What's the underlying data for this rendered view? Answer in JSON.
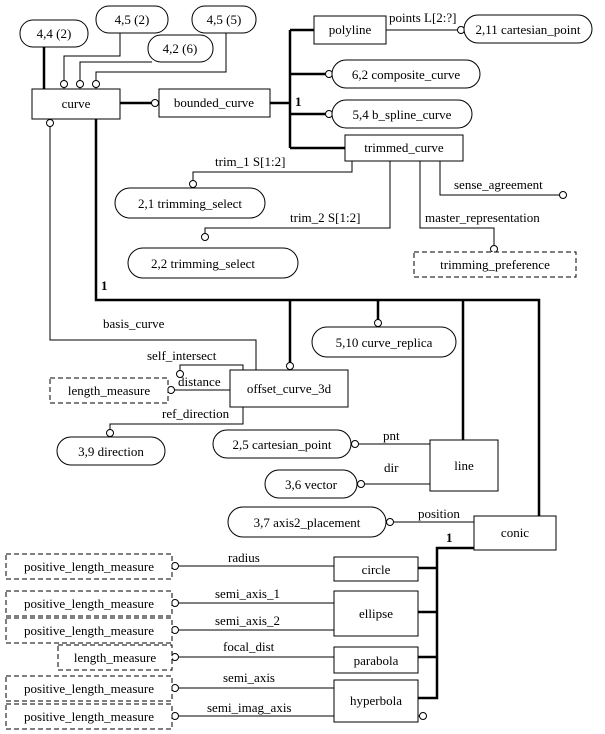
{
  "entities": {
    "curve": "curve",
    "bounded_curve": "bounded_curve",
    "polyline": "polyline",
    "trimmed_curve": "trimmed_curve",
    "offset_curve_3d": "offset_curve_3d",
    "line": "line",
    "conic": "conic",
    "circle": "circle",
    "ellipse": "ellipse",
    "parabola": "parabola",
    "hyperbola": "hyperbola"
  },
  "page_refs": {
    "p44": "4,4 (2)",
    "p45a": "4,5 (2)",
    "p45b": "4,5 (5)",
    "p42": "4,2 (6)",
    "p211": "2,11 cartesian_point",
    "p62": "6,2 composite_curve",
    "p54": "5,4 b_spline_curve",
    "p21": "2,1 trimming_select",
    "p22": "2,2 trimming_select",
    "p510": "5,10 curve_replica",
    "p39": "3,9 direction",
    "p25": "2,5 cartesian_point",
    "p36": "3,6 vector",
    "p37": "3,7 axis2_placement"
  },
  "types": {
    "trimming_preference": "trimming_preference",
    "length_measure_1": "length_measure",
    "plm_1": "positive_length_measure",
    "plm_2": "positive_length_measure",
    "plm_3": "positive_length_measure",
    "length_measure_2": "length_measure",
    "plm_4": "positive_length_measure",
    "plm_5": "positive_length_measure"
  },
  "relations": {
    "points": "points L[2:?]",
    "trim_1": "trim_1 S[1:2]",
    "trim_2": "trim_2 S[1:2]",
    "sense_agreement": "sense_agreement",
    "master_representation": "master_representation",
    "basis_curve": "basis_curve",
    "self_intersect": "self_intersect",
    "distance": "distance",
    "ref_direction": "ref_direction",
    "pnt": "pnt",
    "dir": "dir",
    "position": "position",
    "radius": "radius",
    "semi_axis_1": "semi_axis_1",
    "semi_axis_2": "semi_axis_2",
    "focal_dist": "focal_dist",
    "semi_axis": "semi_axis",
    "semi_imag_axis": "semi_imag_axis"
  },
  "cardinality": {
    "bounded": "1",
    "curve": "1",
    "conic": "1"
  }
}
